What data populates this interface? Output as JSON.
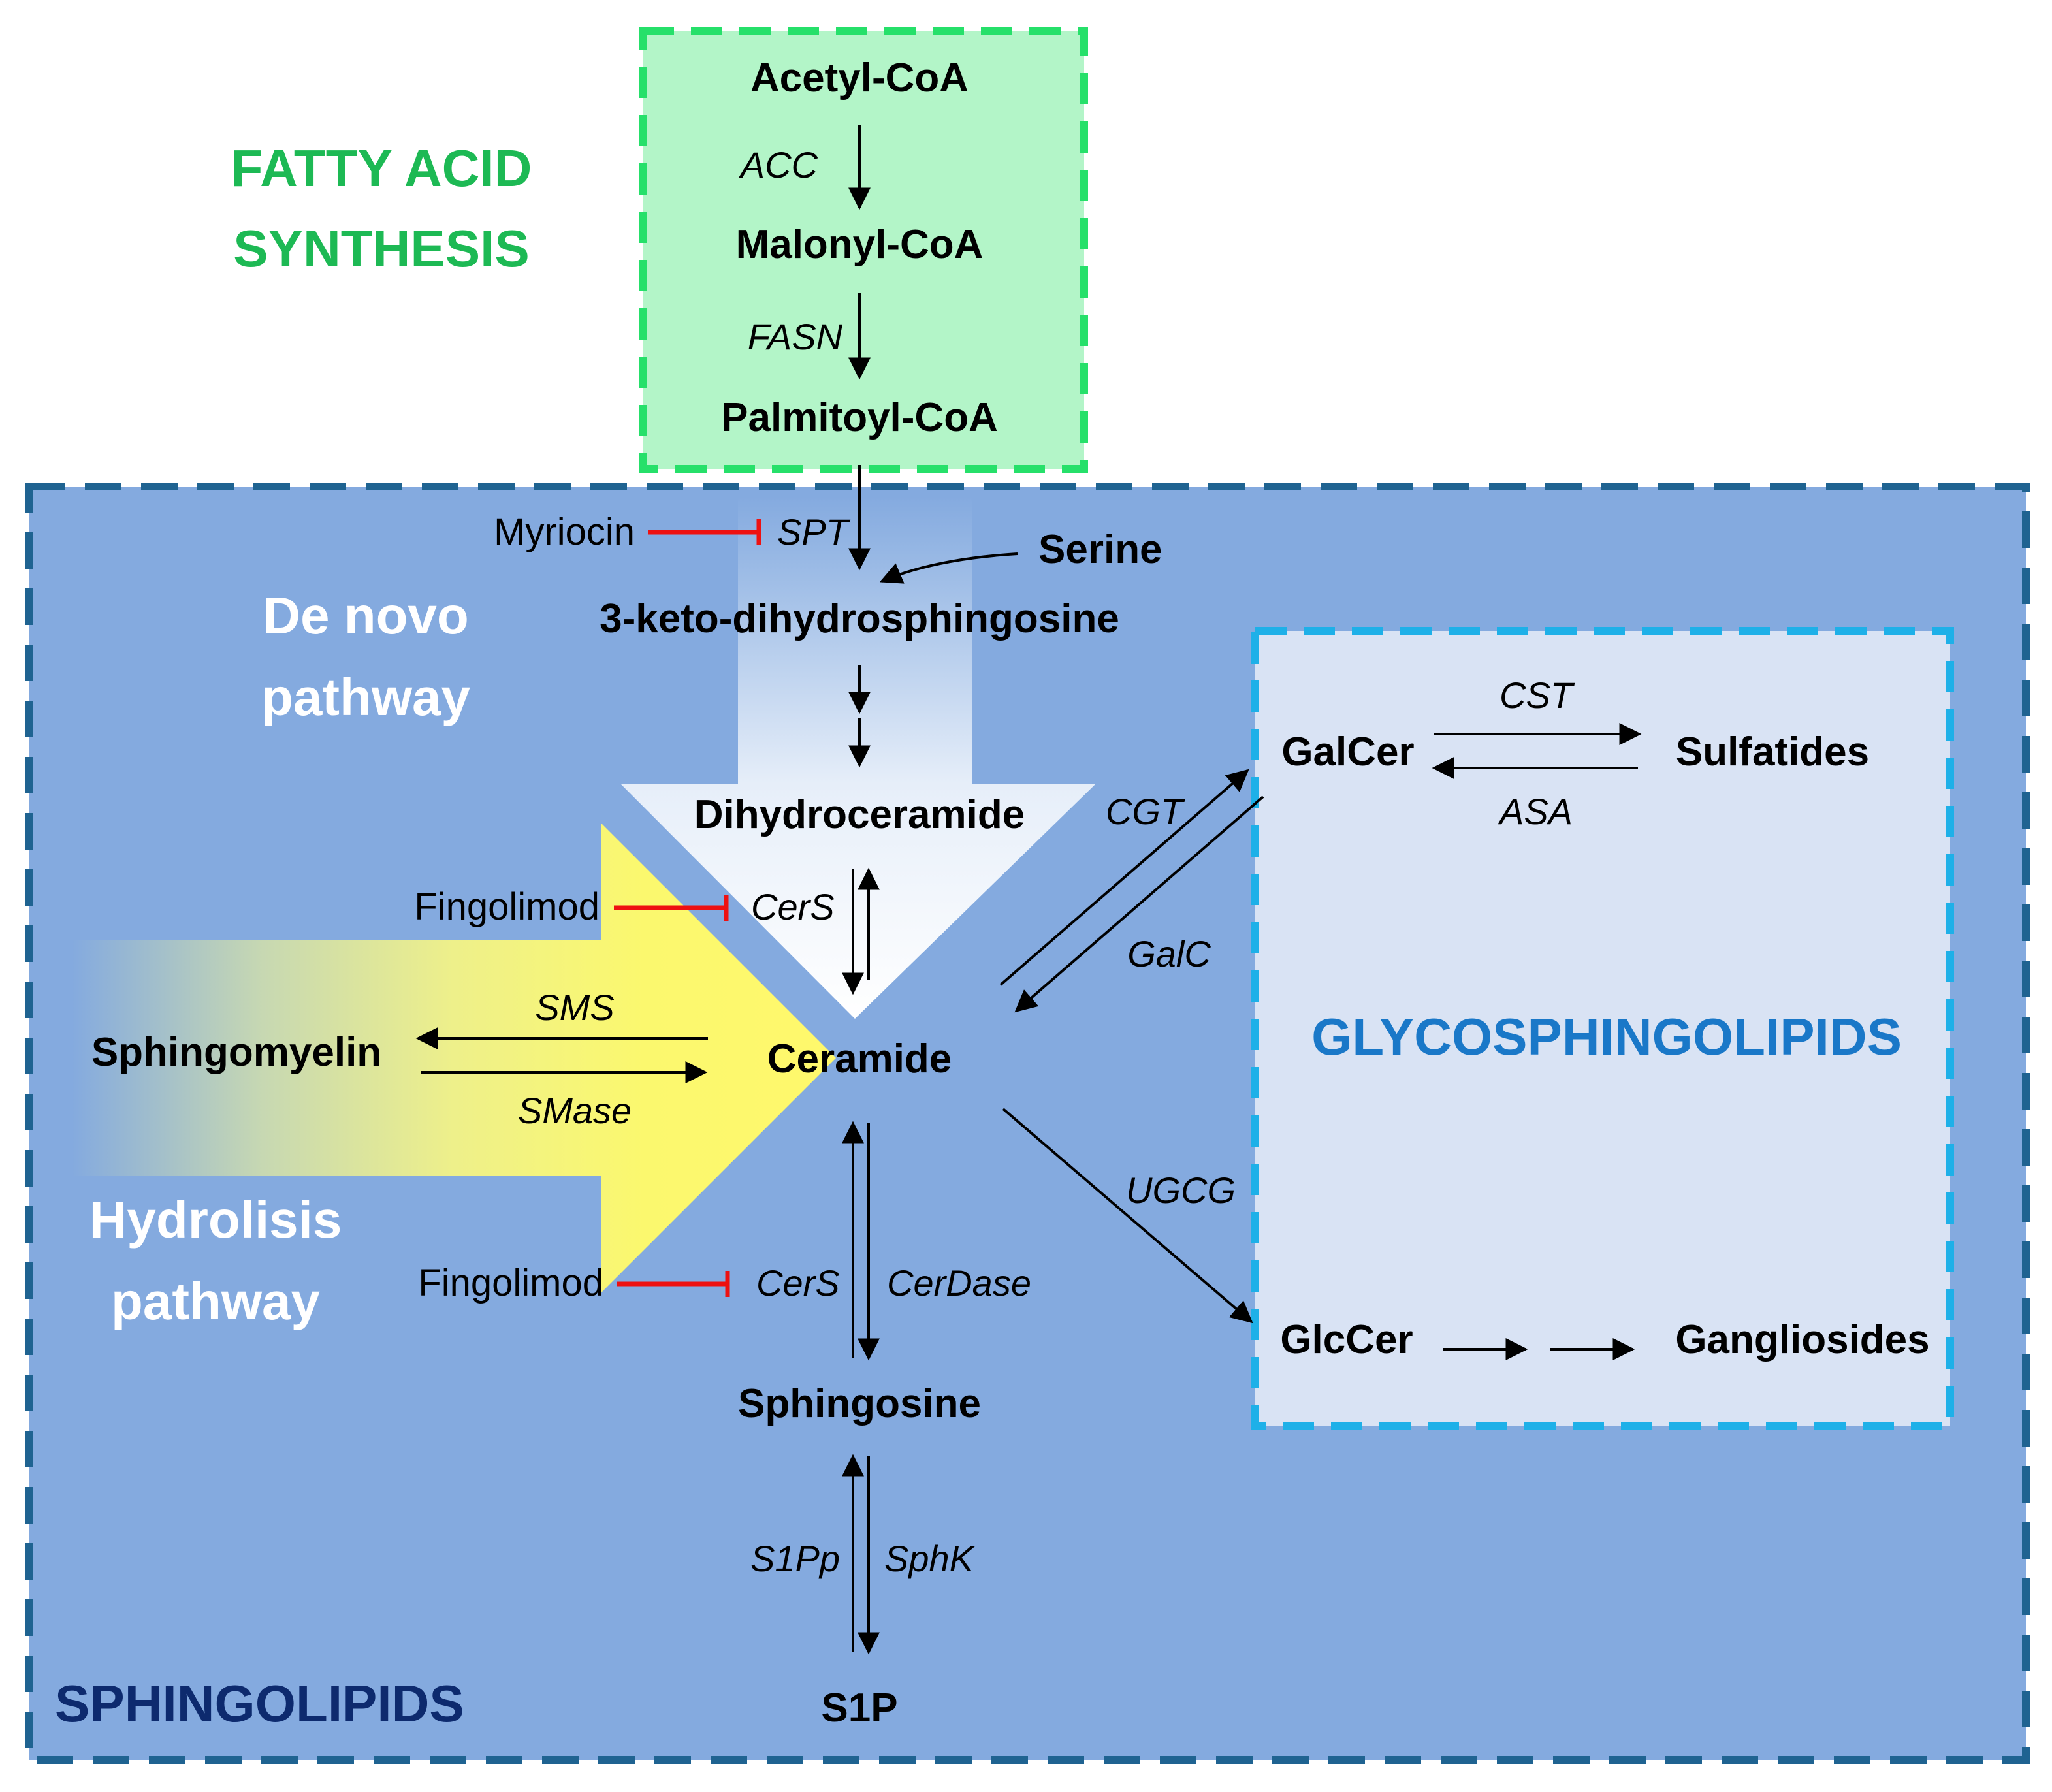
{
  "sections": {
    "fatty_acid": [
      "FATTY ACID",
      "SYNTHESIS"
    ],
    "de_novo": [
      "De novo",
      "pathway"
    ],
    "hydrolysis": [
      "Hydrolisis",
      "pathway"
    ],
    "sphingolipids": "SPHINGOLIPIDS",
    "glycosphingolipids": "GLYCOSPHINGOLIPIDS"
  },
  "metabolites": {
    "acetyl_coa": "Acetyl-CoA",
    "malonyl_coa": "Malonyl-CoA",
    "palmitoyl_coa": "Palmitoyl-CoA",
    "serine": "Serine",
    "keto": "3-keto-dihydrosphingosine",
    "dihydroceramide": "Dihydroceramide",
    "ceramide": "Ceramide",
    "sphingomyelin": "Sphingomyelin",
    "sphingosine": "Sphingosine",
    "s1p": "S1P",
    "galcer": "GalCer",
    "sulfatides": "Sulfatides",
    "glccer": "GlcCer",
    "gangliosides": "Gangliosides"
  },
  "enzymes": {
    "acc": "ACC",
    "fasn": "FASN",
    "spt": "SPT",
    "cers_top": "CerS",
    "cers_bottom": "CerS",
    "sms": "SMS",
    "smase": "SMase",
    "cerdase": "CerDase",
    "s1pp": "S1Pp",
    "sphk": "SphK",
    "cgt": "CGT",
    "galc": "GalC",
    "ugcg": "UGCG",
    "cst": "CST",
    "asa": "ASA"
  },
  "inhibitors": {
    "myriocin": "Myriocin",
    "fingolimod_top": "Fingolimod",
    "fingolimod_bottom": "Fingolimod"
  },
  "colors": {
    "fatty_acid_fill": "#b3f5c8",
    "fatty_acid_border": "#26e06a",
    "fatty_acid_text": "#1db954",
    "sphingolipid_fill": "#84aadf",
    "sphingolipid_border": "#1f6391",
    "sphingolipid_text": "#0d2a6e",
    "glyco_fill": "#d9e3f4",
    "glyco_border": "#1eb0e8",
    "glyco_text": "#1a78c8",
    "pathway_label": "#ffffff",
    "hydrolysis_arrow": "#fff86c",
    "inhibition": "#ee1111"
  }
}
